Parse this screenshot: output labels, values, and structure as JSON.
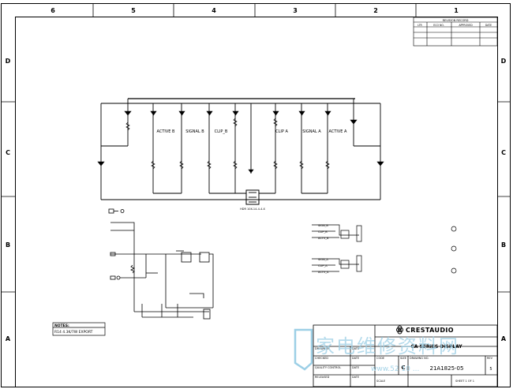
{
  "zones": {
    "columns": [
      "6",
      "5",
      "4",
      "3",
      "2",
      "1"
    ],
    "rows": [
      "D",
      "C",
      "B",
      "A"
    ]
  },
  "revision_table": {
    "title": "REVISION RECORD",
    "headers": [
      "LTR",
      "ECO NO.",
      "APPROVED",
      "DATE"
    ]
  },
  "schematic": {
    "led_columns": [
      {
        "label": "ACTIVE B"
      },
      {
        "label": "SIGNAL B"
      },
      {
        "label": "CLIP_B"
      },
      {
        "label": "CLIP A"
      },
      {
        "label": "SIGNAL A"
      },
      {
        "label": "ACTIVE A"
      }
    ],
    "connector_label": "HDR 10X-14-4-4-X",
    "notes": {
      "title": "NOTES:",
      "text": "R14 4.3K/7W EXPORT"
    },
    "right_header_top": [
      "SIGN_B",
      "CLIP_B",
      "ACTV_B"
    ],
    "right_header_bottom": [
      "SIGN_A",
      "CLIP_A",
      "ACTV_A"
    ]
  },
  "title_block": {
    "logo_text": "CRESTAUDIO",
    "title": "CA SERIES DISPLAY",
    "drawn_by": "DRAWN BY",
    "checked": "CHECKED",
    "quality_control": "QUALITY CONTROL",
    "released": "RELEASED",
    "date_label": "DATE",
    "code_label": "CODE",
    "size_label": "SIZE",
    "size_value": "C",
    "drawing_no_label": "DRAWING NO.",
    "drawing_no": "21A1825-05",
    "rev_label": "REV",
    "rev_value": "5",
    "scale_label": "SCALE",
    "sheet_text": "SHEET 1 OF 1"
  },
  "watermark": {
    "chinese": "家电维修资料网",
    "url": "www.52 10 ..."
  }
}
